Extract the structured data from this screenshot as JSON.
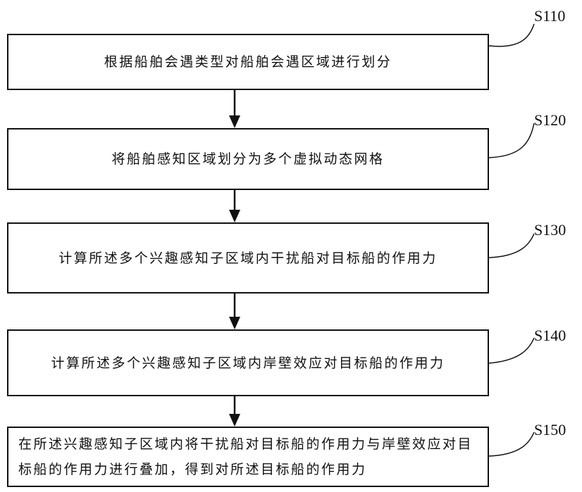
{
  "flowchart": {
    "steps": [
      {
        "id": "S110",
        "label": "S110",
        "text": "根据船舶会遇类型对船舶会遇区域进行划分"
      },
      {
        "id": "S120",
        "label": "S120",
        "text": "将船舶感知区域划分为多个虚拟动态网格"
      },
      {
        "id": "S130",
        "label": "S130",
        "text": "计算所述多个兴趣感知子区域内干扰船对目标船的作用力"
      },
      {
        "id": "S140",
        "label": "S140",
        "text": "计算所述多个兴趣感知子区域内岸壁效应对目标船的作用力"
      },
      {
        "id": "S150",
        "label": "S150",
        "text": "在所述兴趣感知子区域内将干扰船对目标船的作用力与岸壁效应对目标船的作用力进行叠加，得到对所述目标船的作用力"
      }
    ],
    "colors": {
      "stroke": "#111111",
      "background": "#ffffff"
    }
  }
}
